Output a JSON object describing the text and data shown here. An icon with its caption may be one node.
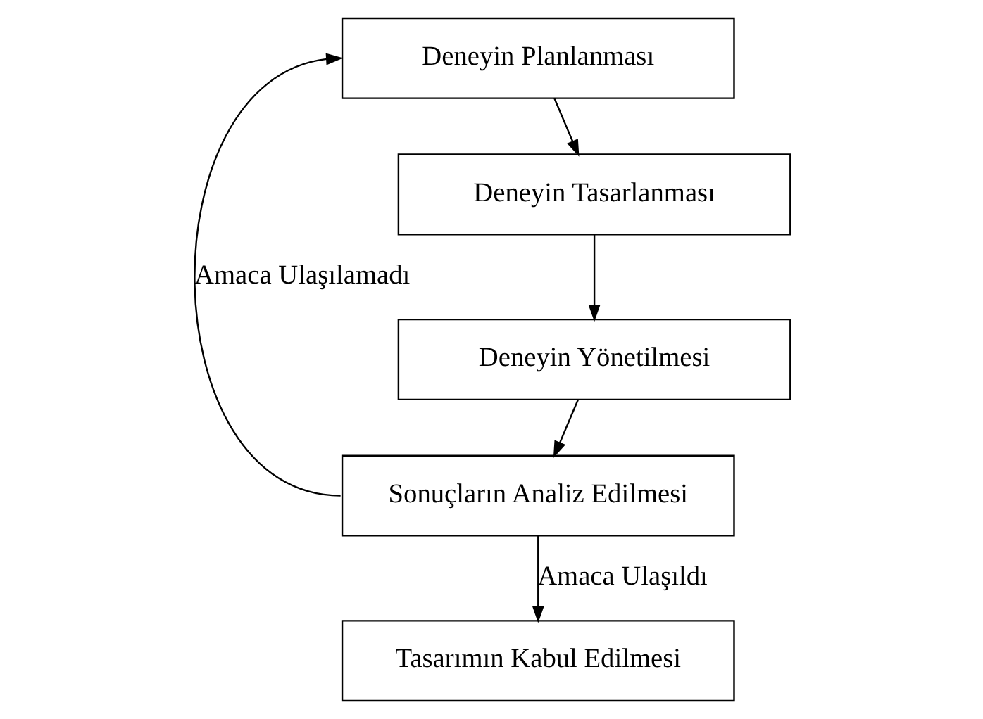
{
  "diagram": {
    "nodes": [
      {
        "text": [
          "Deneyin Planlanması"
        ]
      },
      {
        "text": [
          "Deneyin Tasarlanması"
        ]
      },
      {
        "text": [
          "Deneyin Yönetilmesi"
        ]
      },
      {
        "text": [
          "Sonuçların Analiz Edilmesi"
        ]
      },
      {
        "text": [
          "Tasarımın Kabul Edilmesi"
        ]
      }
    ],
    "edges": [
      {
        "from": 0,
        "to": 1,
        "arrow": "to"
      },
      {
        "from": 1,
        "to": 2,
        "arrow": "to"
      },
      {
        "from": 2,
        "to": 3,
        "arrow": "to"
      },
      {
        "from": 3,
        "to": 4,
        "arrow": "to",
        "label": "Amaca Ulaşıldı"
      },
      {
        "from": 3,
        "to": 0,
        "arrow": "to",
        "label": "Amaca Ulaşılamadı"
      }
    ]
  }
}
